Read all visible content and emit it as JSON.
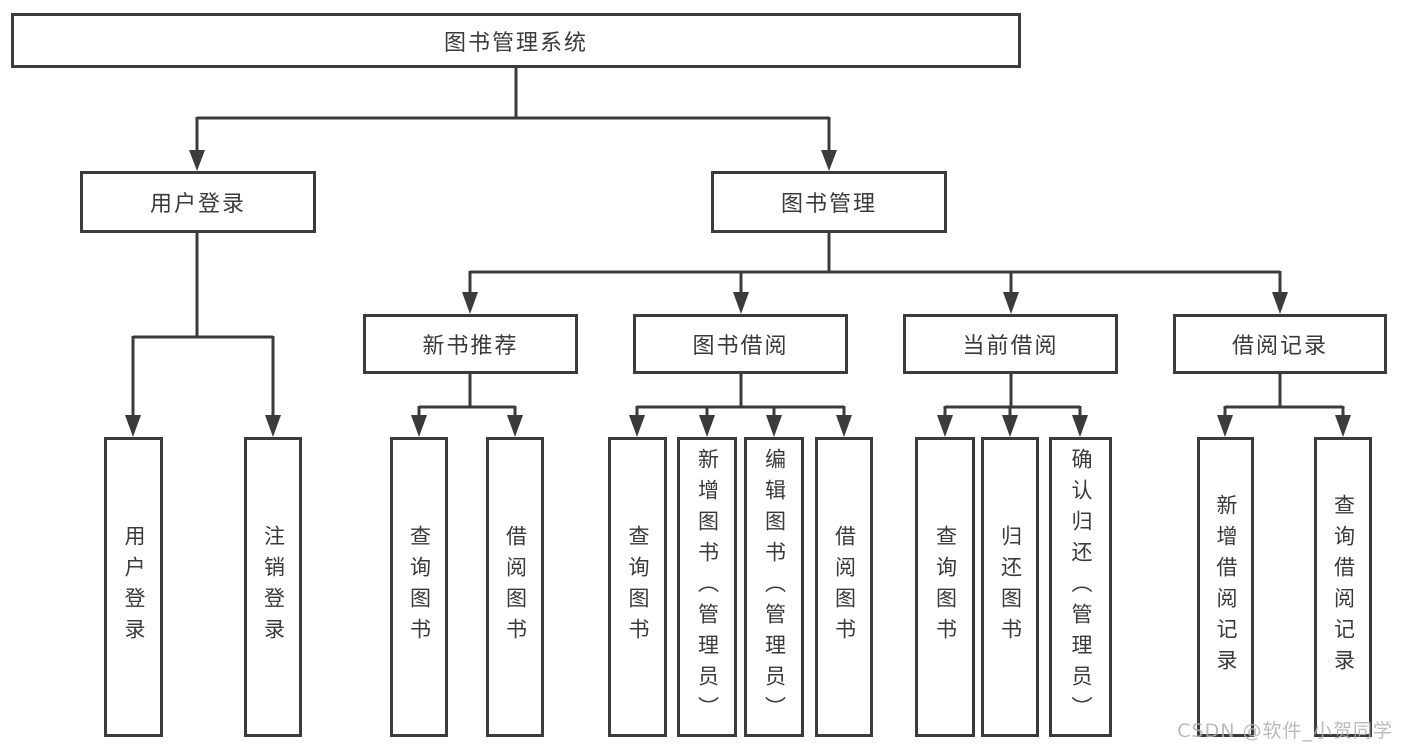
{
  "diagram_title": "图书管理系统",
  "colors": {
    "line": "#3b3b3b",
    "text": "#3a3a3a",
    "background": "#ffffff",
    "watermark": "#b2b2b2"
  },
  "tree": {
    "root": {
      "label": "图书管理系统"
    },
    "children": [
      {
        "label": "用户登录",
        "children": [
          {
            "label": "用户登录"
          },
          {
            "label": "注销登录"
          }
        ]
      },
      {
        "label": "图书管理",
        "children": [
          {
            "label": "新书推荐",
            "children": [
              {
                "label": "查询图书"
              },
              {
                "label": "借阅图书"
              }
            ]
          },
          {
            "label": "图书借阅",
            "children": [
              {
                "label": "查询图书"
              },
              {
                "label": "新增图书（管理员）"
              },
              {
                "label": "编辑图书（管理员）"
              },
              {
                "label": "借阅图书"
              }
            ]
          },
          {
            "label": "当前借阅",
            "children": [
              {
                "label": "查询图书"
              },
              {
                "label": "归还图书"
              },
              {
                "label": "确认归还（管理员）"
              }
            ]
          },
          {
            "label": "借阅记录",
            "children": [
              {
                "label": "新增借阅记录"
              },
              {
                "label": "查询借阅记录"
              }
            ]
          }
        ]
      }
    ]
  },
  "watermark": {
    "text": "CSDN @软件_小贺同学"
  }
}
